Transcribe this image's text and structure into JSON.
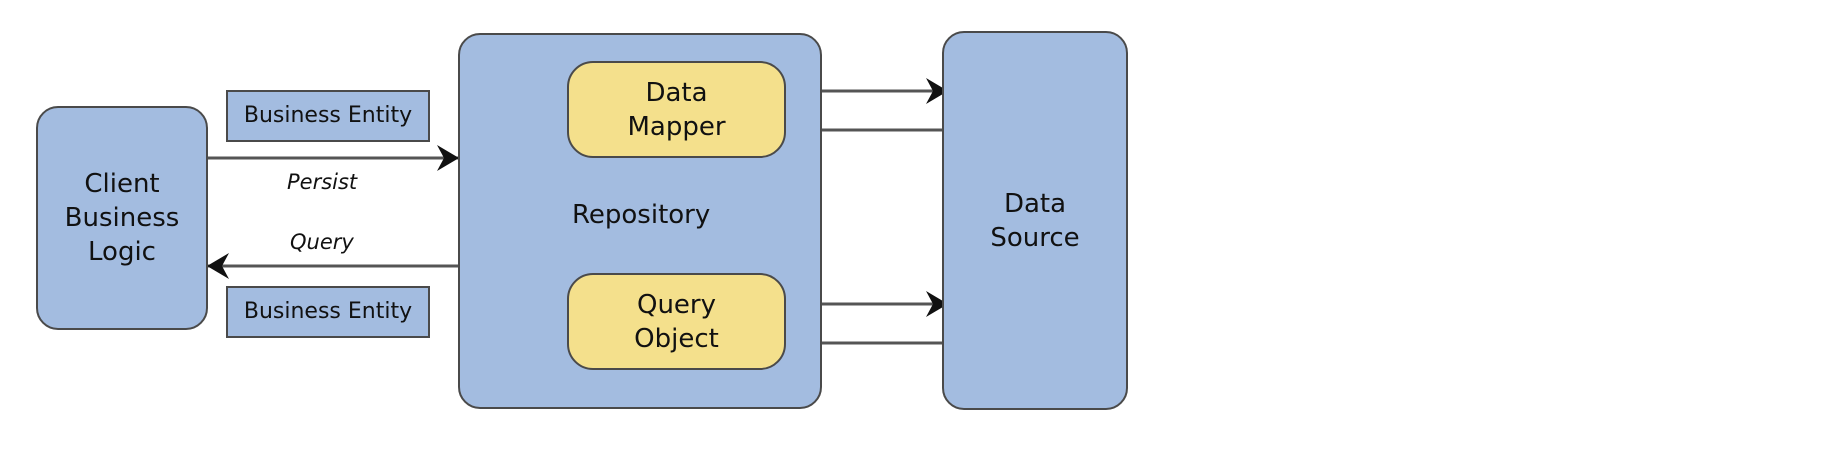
{
  "nodes": {
    "client": "Client\nBusiness\nLogic",
    "entity_top": "Business Entity",
    "entity_bottom": "Business Entity",
    "repository": "Repository",
    "data_mapper": "Data\nMapper",
    "query_object": "Query\nObject",
    "data_source": "Data\nSource"
  },
  "edges": {
    "persist": "Persist",
    "query": "Query"
  },
  "colors": {
    "box_blue": "#a3bce0",
    "box_yellow": "#f4e08c",
    "border": "#4a4a4a",
    "arrow": "#555555",
    "arrowhead": "#111111"
  }
}
